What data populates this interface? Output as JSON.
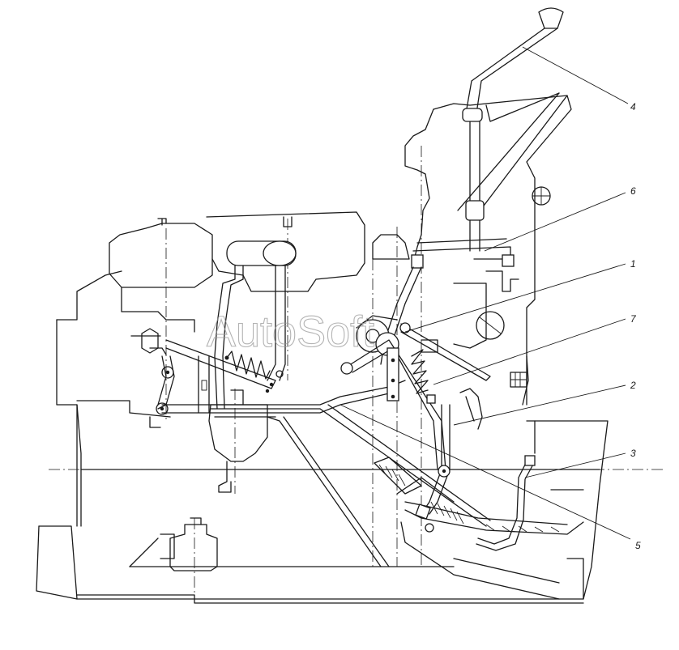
{
  "watermark": "AutoSoft",
  "callouts": [
    {
      "id": "4",
      "label": "4"
    },
    {
      "id": "6",
      "label": "6"
    },
    {
      "id": "1",
      "label": "1"
    },
    {
      "id": "7",
      "label": "7"
    },
    {
      "id": "2",
      "label": "2"
    },
    {
      "id": "3",
      "label": "3"
    },
    {
      "id": "5",
      "label": "5"
    }
  ],
  "colors": {
    "line": "#1a1a1a",
    "background": "#ffffff",
    "watermark": "#9a9a9a"
  }
}
